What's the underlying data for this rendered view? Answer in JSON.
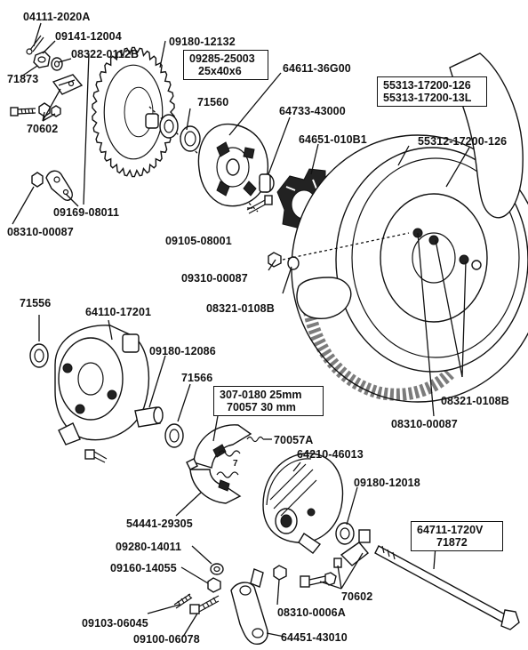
{
  "labels": {
    "l_04111_2020a": "04111-2020A",
    "l_09141_12004": "09141-12004",
    "l_08322_0112b": "08322-0112B",
    "l_71873": "71873",
    "l_70602_top": "70602",
    "l_09169_08011": "09169-08011",
    "l_08310_00087_left": "08310-00087",
    "l_09180_12132": "09180-12132",
    "l_71560": "71560",
    "l_64611_36g00": "64611-36G00",
    "l_64733_43000": "64733-43000",
    "l_64651_010b1": "64651-010B1",
    "l_55312_17200_126": "55312-17200-126",
    "l_09105_08001": "09105-08001",
    "l_09310_00087": "09310-00087",
    "l_08321_0108b_mid": "08321-0108B",
    "l_71556": "71556",
    "l_64110_17201": "64110-17201",
    "l_09180_12086": "09180-12086",
    "l_71566": "71566",
    "l_08321_0108b_right": "08321-0108B",
    "l_08310_00087_right": "08310-00087",
    "l_70057a": "70057A",
    "l_64210_46013": "64210-46013",
    "l_09180_12018": "09180-12018",
    "l_54441_29305": "54441-29305",
    "l_09280_14011": "09280-14011",
    "l_09160_14055": "09160-14055",
    "l_09103_06045": "09103-06045",
    "l_09100_06078": "09100-06078",
    "l_70602_bottom": "70602",
    "l_08310_0006a": "08310-0006A",
    "l_64451_43010": "64451-43010"
  },
  "boxes": {
    "bearing_box": {
      "line1": "09285-25003",
      "line2": "25x40x6"
    },
    "tire_box": {
      "line1": "55313-17200-126",
      "line2": "55313-17200-13L"
    },
    "spring_box": {
      "line1": "307-0180  25mm",
      "line2": "70057  30 mm"
    },
    "axle_box": {
      "line1": "64711-1720V",
      "line2": "71872"
    }
  }
}
